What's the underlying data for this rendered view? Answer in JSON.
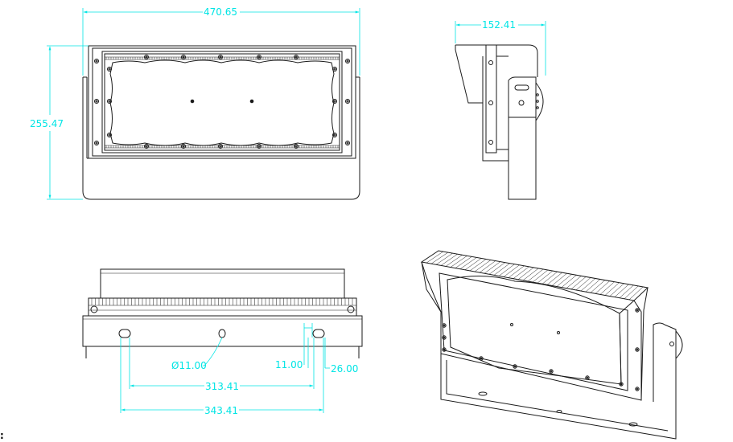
{
  "colors": {
    "line": "#1a1a1a",
    "dimension": "#00e5e5",
    "background": "#ffffff"
  },
  "dimensions": {
    "front_width": "470.65",
    "front_height": "255.47",
    "side_width": "152.41",
    "hole_diameter": "Ø11.00",
    "slot_width": "11.00",
    "slot_length": "26.00",
    "inner_span": "313.41",
    "outer_span": "343.41"
  },
  "corner_mark": ":"
}
